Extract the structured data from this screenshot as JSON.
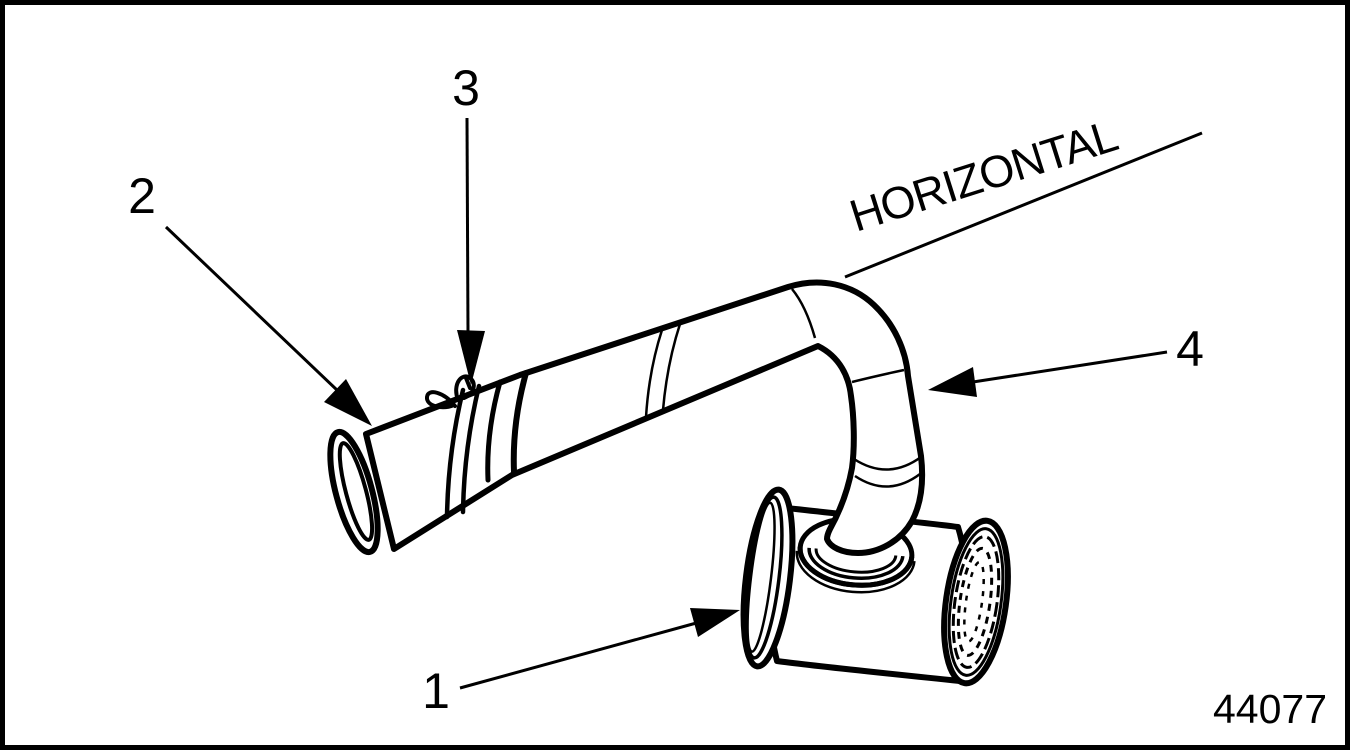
{
  "figure": {
    "orientation_label": "HORIZONTAL",
    "figure_number": "44077",
    "colors": {
      "ink": "#000000",
      "paper": "#ffffff"
    }
  },
  "callouts": [
    {
      "label": "1"
    },
    {
      "label": "2"
    },
    {
      "label": "3"
    },
    {
      "label": "4"
    }
  ]
}
